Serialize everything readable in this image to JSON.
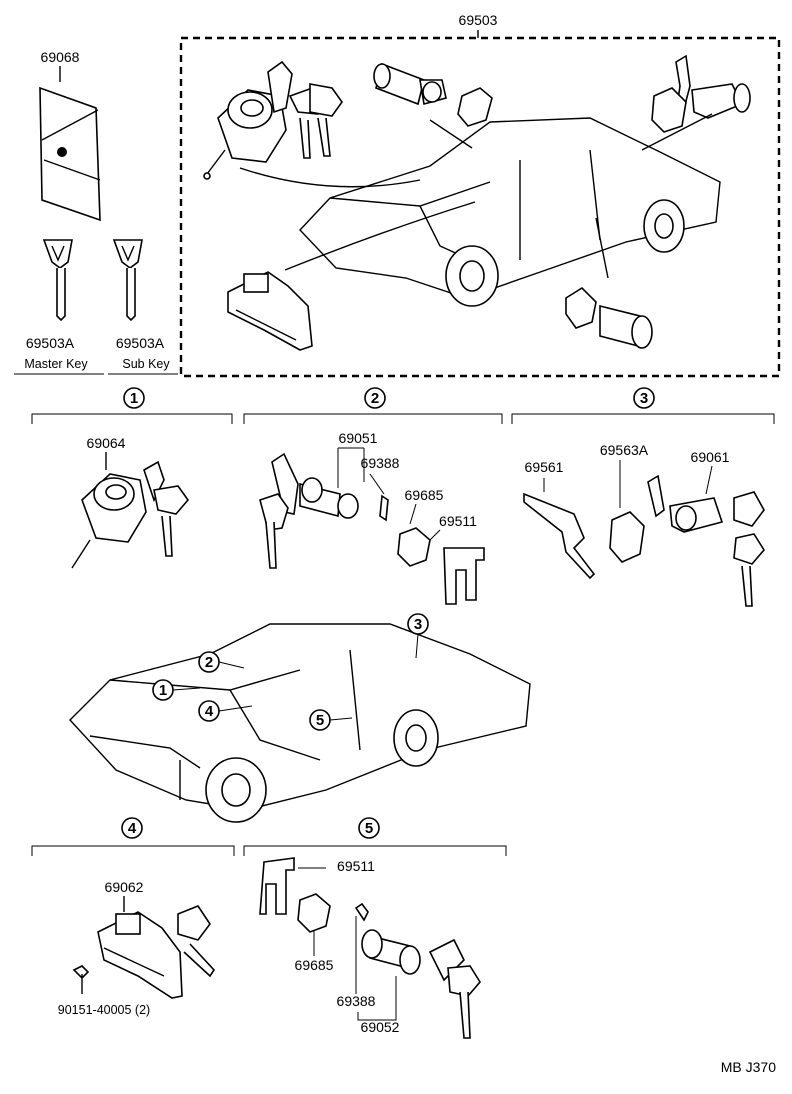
{
  "parts": {
    "p69503": "69503",
    "p69068": "69068",
    "master_key_no": "69503A",
    "sub_key_no": "69503A",
    "master_key": "Master Key",
    "sub_key": "Sub Key",
    "g1_69064": "69064",
    "g2_69051": "69051",
    "g2_69388": "69388",
    "g2_69685": "69685",
    "g2_69511": "69511",
    "g3_69561": "69561",
    "g3_69563A": "69563A",
    "g3_69061": "69061",
    "g4_69062": "69062",
    "g4_bolt": "90151-40005 (2)",
    "g5_69511": "69511",
    "g5_69685": "69685",
    "g5_69388": "69388",
    "g5_69052": "69052"
  },
  "groups": {
    "g1": "1",
    "g2": "2",
    "g3": "3",
    "g4": "4",
    "g5": "5"
  },
  "car_callouts": {
    "c1": "1",
    "c2": "2",
    "c3": "3",
    "c4": "4",
    "c5": "5"
  },
  "footer": {
    "code": "MB J370"
  }
}
